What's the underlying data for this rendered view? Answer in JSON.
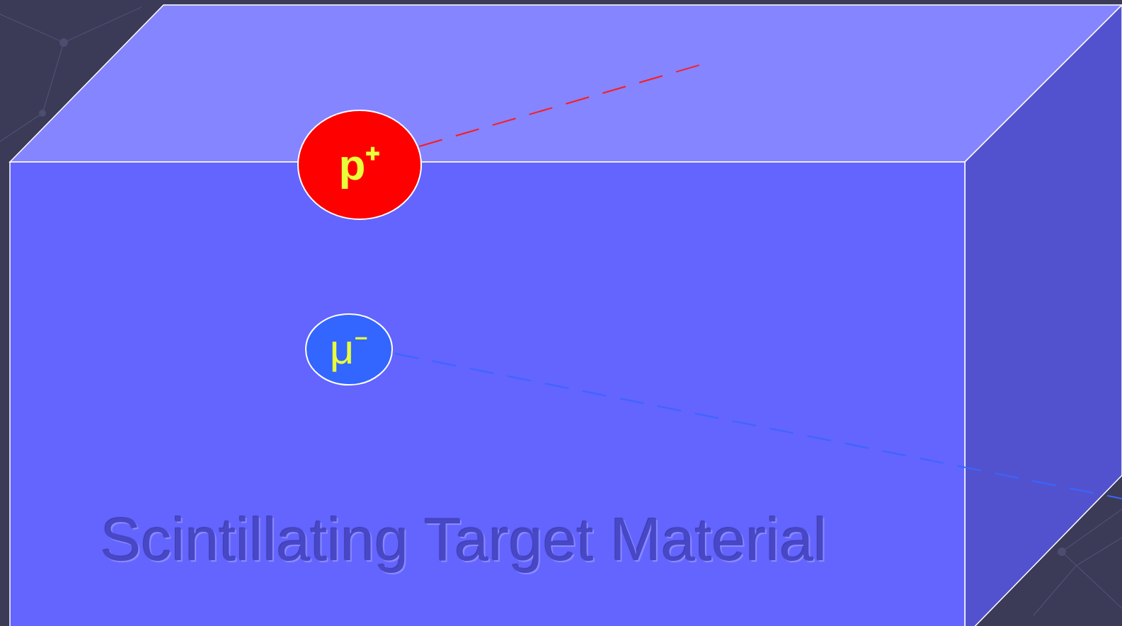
{
  "diagram": {
    "nodes": [
      {
        "text": [
          "Scintillating Target Material"
        ]
      },
      {
        "text": [
          "p⁺"
        ],
        "in": 0
      },
      {
        "text": [
          "μ⁻"
        ],
        "in": 0
      }
    ]
  }
}
